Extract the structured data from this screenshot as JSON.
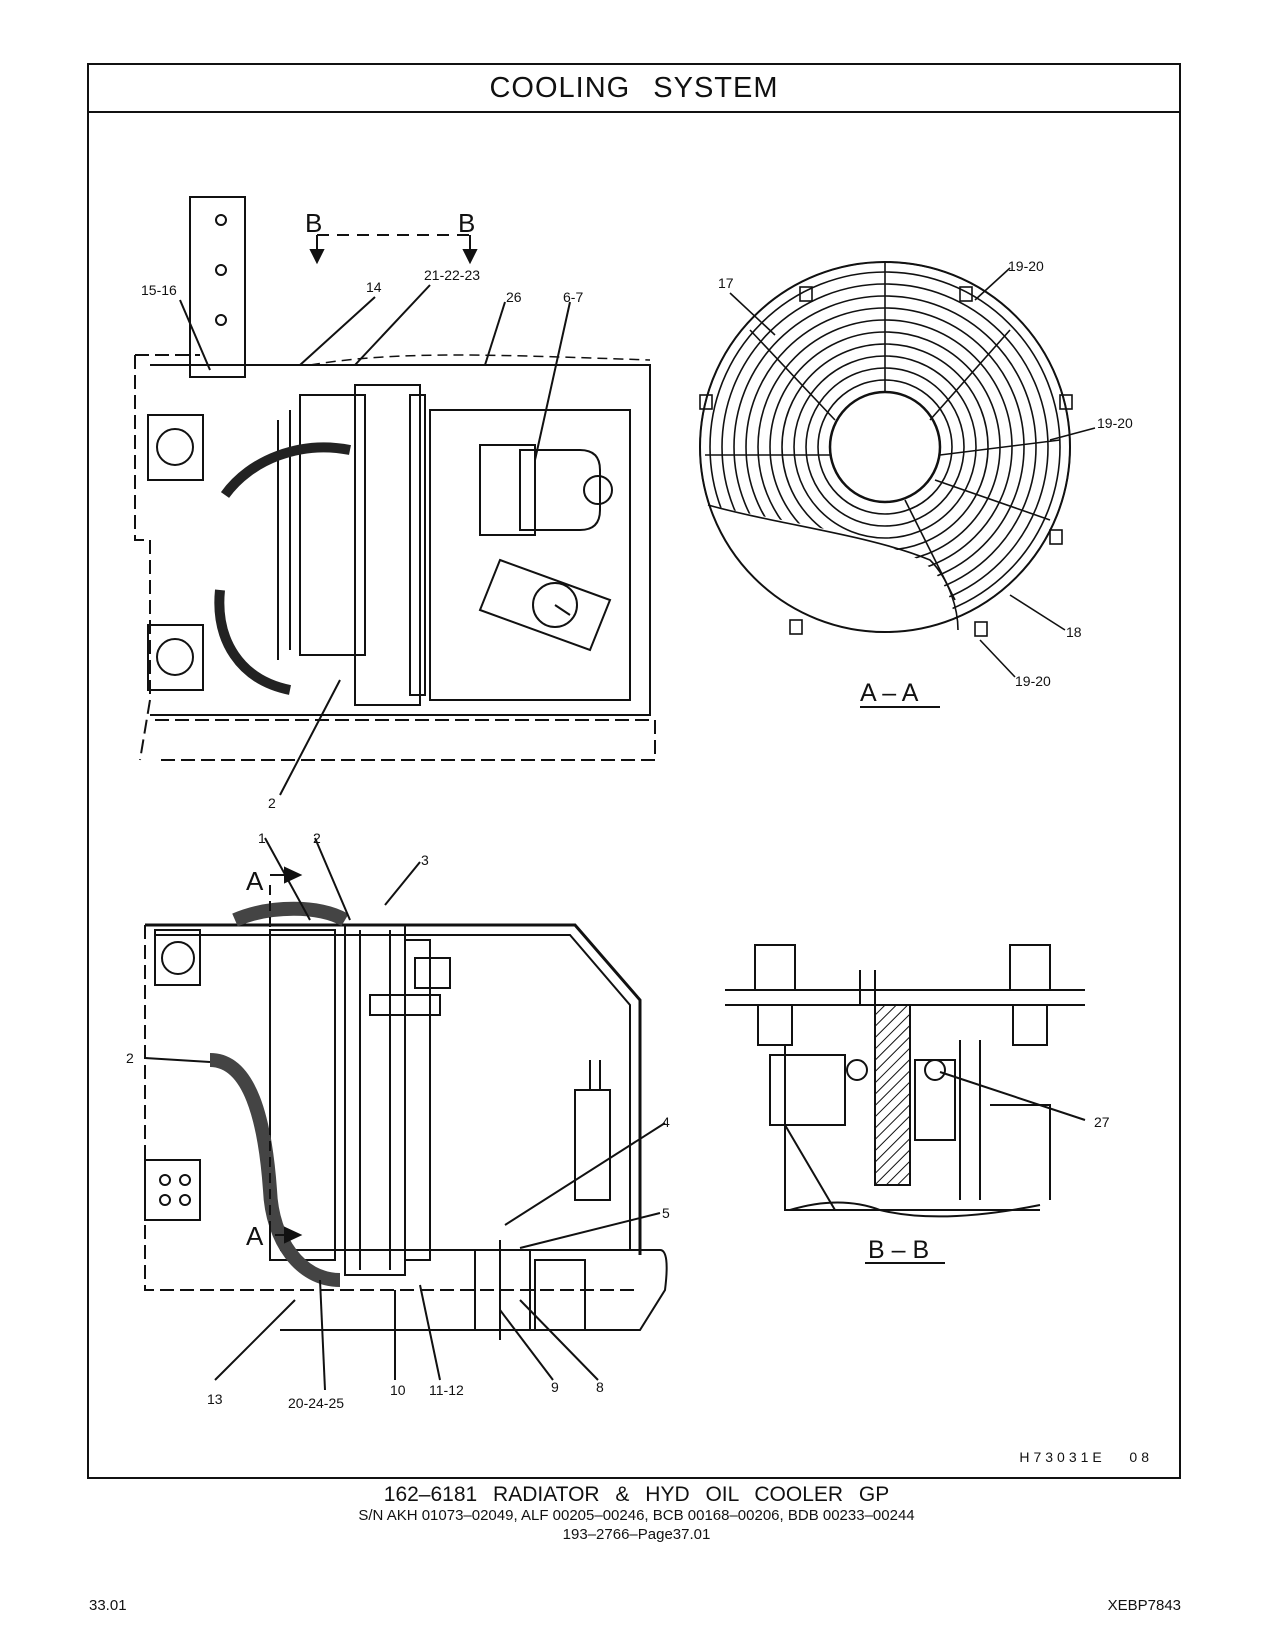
{
  "header": {
    "title": "COOLING SYSTEM"
  },
  "views": {
    "section_aa": "A – A",
    "section_bb": "B – B",
    "marker_a": "A",
    "marker_b": "B"
  },
  "callouts": {
    "top_view": [
      "15-16",
      "14",
      "21-22-23",
      "26",
      "6-7",
      "2"
    ],
    "fan_guard": [
      "17",
      "19-20",
      "19-20",
      "18",
      "19-20"
    ],
    "side_view": [
      "1",
      "2",
      "3",
      "2",
      "4",
      "5",
      "13",
      "20-24-25",
      "10",
      "11-12",
      "9",
      "8"
    ],
    "detail_bb": [
      "27"
    ]
  },
  "drawing_id": "H73031E   08",
  "caption": {
    "group": "162–6181  RADIATOR & HYD OIL COOLER GP",
    "serials": "S/N AKH 01073–02049, ALF 00205–00246, BCB 00168–00206, BDB 00233–00244",
    "reference": "193–2766–Page37.01"
  },
  "footer": {
    "page": "33.01",
    "doc": "XEBP7843"
  }
}
